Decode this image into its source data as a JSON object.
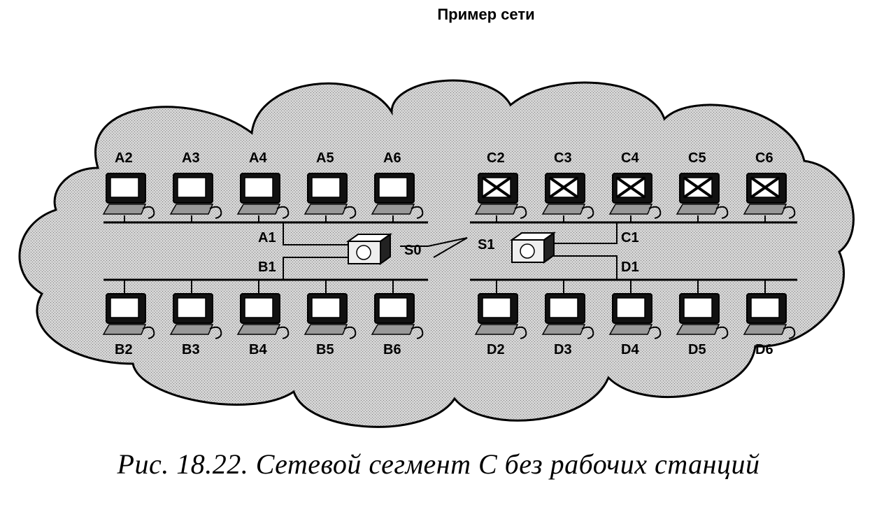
{
  "title": "Пример сети",
  "caption": "Рис. 18.22. Сетевой сегмент C без рабочих станций",
  "colors": {
    "ink": "#000000",
    "cloud_fill": "#c8c8c8",
    "screen": "#ffffff"
  },
  "segments": [
    {
      "id": "A",
      "router_label": "A1",
      "stations": [
        "A2",
        "A3",
        "A4",
        "A5",
        "A6"
      ],
      "disabled": false
    },
    {
      "id": "B",
      "router_label": "B1",
      "stations": [
        "B2",
        "B3",
        "B4",
        "B5",
        "B6"
      ],
      "disabled": false
    },
    {
      "id": "C",
      "router_label": "C1",
      "stations": [
        "C2",
        "C3",
        "C4",
        "C5",
        "C6"
      ],
      "disabled": true
    },
    {
      "id": "D",
      "router_label": "D1",
      "stations": [
        "D2",
        "D3",
        "D4",
        "D5",
        "D6"
      ],
      "disabled": false
    }
  ],
  "routers": [
    {
      "id": "S0",
      "label": "S0"
    },
    {
      "id": "S1",
      "label": "S1"
    }
  ]
}
